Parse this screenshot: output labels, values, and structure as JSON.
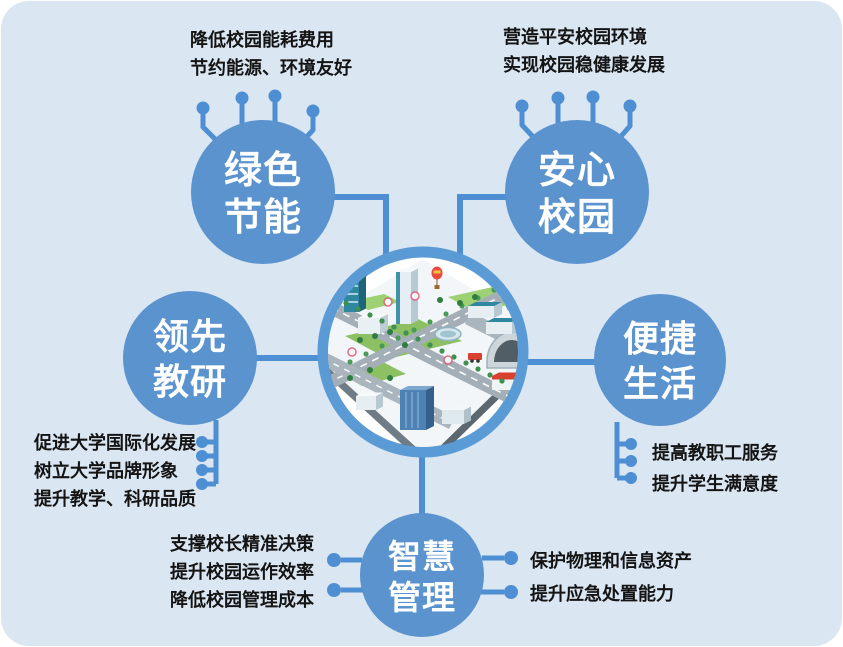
{
  "colors": {
    "background": "#DAE6F2",
    "node_blue": "#5B93CF",
    "connector_blue": "#4E8FD3",
    "center_ring_blue": "#5B9BD5",
    "text": "#141414",
    "label_text": "#FFFFFF"
  },
  "nodes": {
    "green_energy": {
      "line1": "绿色",
      "line2": "节能"
    },
    "safe_campus": {
      "line1": "安心",
      "line2": "校园"
    },
    "leading_research": {
      "line1": "领先",
      "line2": "教研"
    },
    "convenient_life": {
      "line1": "便捷",
      "line2": "生活"
    },
    "smart_management": {
      "line1": "智慧",
      "line2": "管理"
    }
  },
  "ann": {
    "green_energy": [
      "降低校园能耗费用",
      "节约能源、环境友好"
    ],
    "safe_campus": [
      "营造平安校园环境",
      "实现校园稳健康发展"
    ],
    "leading_research": [
      "促进大学国际化发展",
      "树立大学品牌形象",
      "提升教学、科研品质"
    ],
    "convenient_life": [
      "提高教职工服务",
      "提升学生满意度"
    ],
    "smart_management_left": [
      "支撑校长精准决策",
      "提升校园运作效率",
      "降低校园管理成本"
    ],
    "smart_management_right": [
      "保护物理和信息资产",
      "提升应急处置能力"
    ]
  },
  "icons": {
    "center_illustration": "isometric-smart-campus-city",
    "antenna": "antenna-dots",
    "bullet": "connector-dot"
  }
}
